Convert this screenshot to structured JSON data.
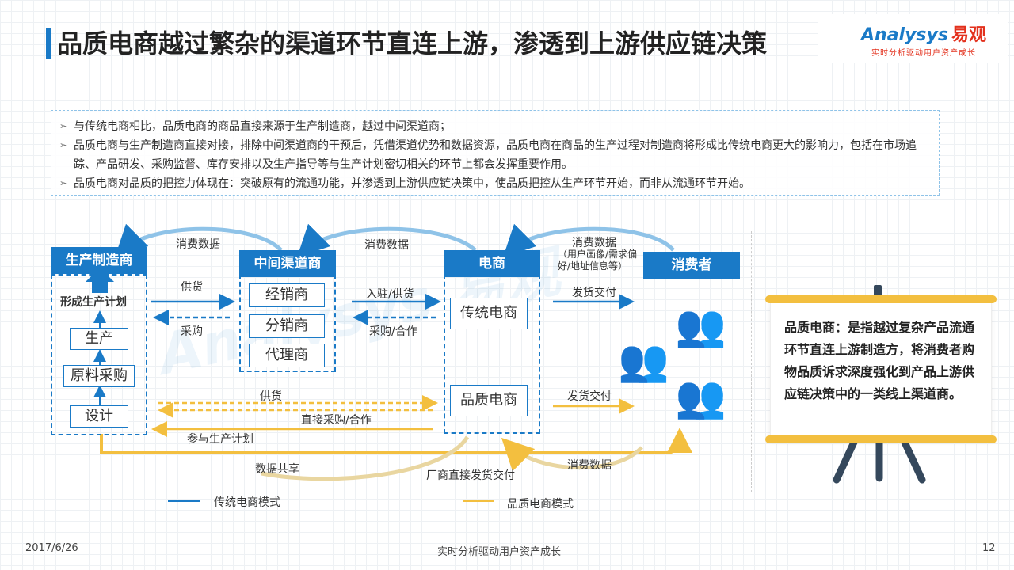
{
  "title": "品质电商越过繁杂的渠道环节直连上游，渗透到上游供应链决策",
  "logo": {
    "brand": "Analysys",
    "brand_cn": "易观",
    "slogan": "实时分析驱动用户资产成长"
  },
  "bullets": [
    "与传统电商相比，品质电商的商品直接来源于生产制造商，越过中间渠道商；",
    "品质电商与生产制造商直接对接，排除中间渠道商的干预后，凭借渠道优势和数据资源，品质电商在商品的生产过程对制造商将形成比传统电商更大的影响力，包括在市场追踪、产品研发、采购监督、库存安排以及生产指导等与生产计划密切相关的环节上都会发挥重要作用。",
    "品质电商对品质的把控力体现在：突破原有的流通功能，并渗透到上游供应链决策中，使品质把控从生产环节开始，而非从流通环节开始。"
  ],
  "diagram": {
    "nodes": {
      "manufacturer": "生产制造商",
      "middle": "中间渠道商",
      "ecommerce": "电商",
      "consumer": "消费者"
    },
    "manufacturer_steps": {
      "plan": "形成生产计划",
      "produce": "生产",
      "material": "原料采购",
      "design": "设计"
    },
    "middle_items": [
      "经销商",
      "分销商",
      "代理商"
    ],
    "ecommerce_items": {
      "traditional": "传统电商",
      "quality": "品质电商"
    },
    "labels": {
      "consume_data_1": "消费数据",
      "consume_data_2": "消费数据",
      "consume_data_3": "消费数据",
      "consume_data_3_sub": "（用户画像/需求偏好/地址信息等）",
      "supply": "供货",
      "purchase": "采购",
      "settle_supply": "入驻/供货",
      "purchase_coop": "采购/合作",
      "ship_deliver_1": "发货交付",
      "ship_deliver_2": "发货交付",
      "supply_2": "供货",
      "direct_purchase": "直接采购/合作",
      "join_plan": "参与生产计划",
      "data_share": "数据共享",
      "factory_ship": "厂商直接发货交付",
      "consume_data_4": "消费数据"
    },
    "legend": {
      "traditional": "传统电商模式",
      "quality": "品质电商模式"
    },
    "colors": {
      "traditional": "#1a7ac7",
      "quality": "#f3bf3f"
    }
  },
  "callout": "品质电商：是指越过复杂产品流通环节直连上游制造方，将消费者购物品质诉求深度强化到产品上游供应链决策中的一类线上渠道商。",
  "footer": {
    "date": "2017/6/26",
    "slogan": "实时分析驱动用户资产成长",
    "page": "12"
  }
}
